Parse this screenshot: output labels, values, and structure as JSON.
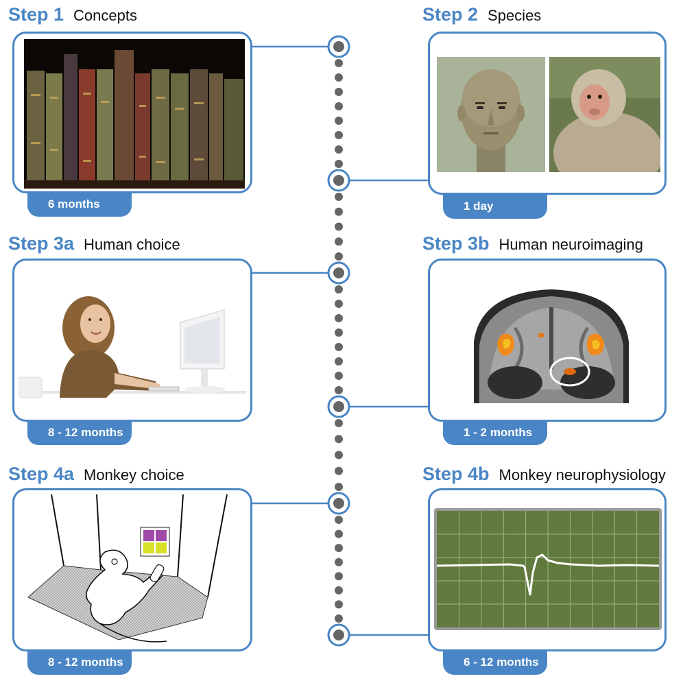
{
  "steps": [
    {
      "id": "step-1",
      "label": "Step 1",
      "title": "Concepts",
      "duration": "6 months"
    },
    {
      "id": "step-2",
      "label": "Step 2",
      "title": "Species",
      "duration": "1 day"
    },
    {
      "id": "step-3a",
      "label": "Step 3a",
      "title": "Human choice",
      "duration": "8 - 12 months"
    },
    {
      "id": "step-3b",
      "label": "Step 3b",
      "title": "Human neuroimaging",
      "duration": "1 - 2 months"
    },
    {
      "id": "step-4a",
      "label": "Step 4a",
      "title": "Monkey choice",
      "duration": "8 - 12 months"
    },
    {
      "id": "step-4b",
      "label": "Step 4b",
      "title": "Monkey neurophysiology",
      "duration": "6 - 12 months"
    }
  ],
  "colors": {
    "accent": "#4a86c5",
    "timeline_dot": "#666666",
    "scope_green": "#5f7a3c"
  }
}
